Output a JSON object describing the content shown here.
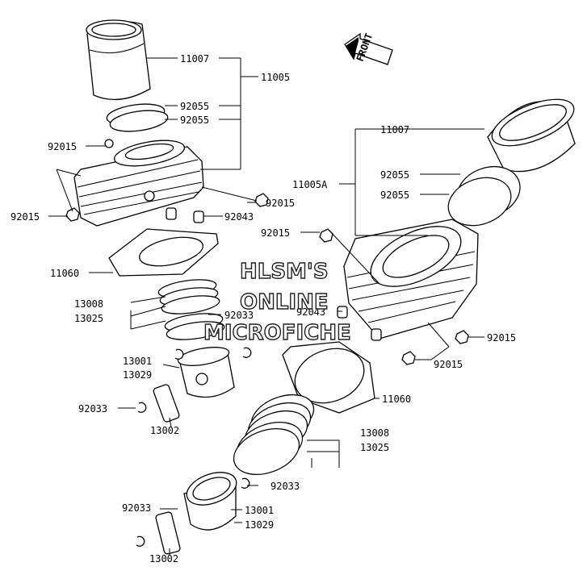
{
  "front_label": "FRONT",
  "watermark": {
    "line1": "HLSM'S",
    "line2": "ONLINE",
    "line3": "MICROFICHE"
  },
  "labels": {
    "left_11007": "11007",
    "left_11005": "11005",
    "left_92055_a": "92055",
    "left_92055_b": "92055",
    "left_92015_top": "92015",
    "left_92015_side": "92015",
    "left_92015_right": "92015",
    "left_92043": "92043",
    "left_11060": "11060",
    "left_13008": "13008",
    "left_13025": "13025",
    "left_92033_mid": "92033",
    "left_13001": "13001",
    "left_13029": "13029",
    "left_92033_clip": "92033",
    "left_13002": "13002",
    "right_11007": "11007",
    "right_11005A": "11005A",
    "right_92055_a": "92055",
    "right_92055_b": "92055",
    "right_92015_top": "92015",
    "right_92043": "92043",
    "right_92015_bolt": "92015",
    "right_92015_low": "92015",
    "right_11060": "11060",
    "right_13008": "13008",
    "right_13025": "13025",
    "right_92033_clip": "92033",
    "right_92033_low": "92033",
    "right_13001": "13001",
    "right_13029": "13029",
    "right_13002": "13002"
  }
}
